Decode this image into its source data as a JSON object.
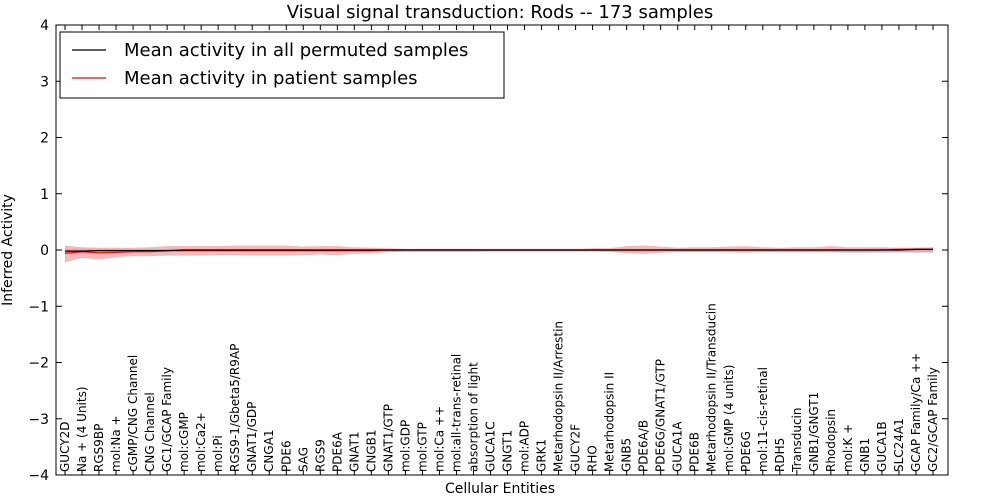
{
  "chart_data": {
    "type": "line",
    "title": "Visual signal transduction: Rods -- 173 samples",
    "xlabel": "Cellular Entities",
    "ylabel": "Inferred Activity",
    "ylim": [
      -4,
      4
    ],
    "yticks": [
      -4,
      -3,
      -2,
      -1,
      0,
      1,
      2,
      3,
      4
    ],
    "legend_position": "top-left",
    "grid": false,
    "categories": [
      "GUCY2D",
      "Na + (4 Units)",
      "RGS9BP",
      "mol:Na +",
      "cGMP/CNG Channel",
      "CNG Channel",
      "GC1/GCAP Family",
      "mol:cGMP",
      "mol:Ca2+",
      "mol:Pi",
      "RGS9-1/Gbeta5/R9AP",
      "GNAT1/GDP",
      "CNGA1",
      "PDE6",
      "SAG",
      "RGS9",
      "PDE6A",
      "GNAT1",
      "CNGB1",
      "GNAT1/GTP",
      "mol:GDP",
      "mol:GTP",
      "mol:Ca ++",
      "mol:all-trans-retinal",
      "absorption of light",
      "GUCA1C",
      "GNGT1",
      "mol:ADP",
      "GRK1",
      "Metarhodopsin II/Arrestin",
      "GUCY2F",
      "RHO",
      "Metarhodopsin II",
      "GNB5",
      "PDE6A/B",
      "PDE6G/GNAT1/GTP",
      "GUCA1A",
      "PDE6B",
      "Metarhodopsin II/Transducin",
      "mol:GMP (4 units)",
      "PDE6G",
      "mol:11-cis-retinal",
      "RDH5",
      "Transducin",
      "GNB1/GNGT1",
      "Rhodopsin",
      "mol:K +",
      "GNB1",
      "GUCA1B",
      "SLC24A1",
      "GCAP Family/Ca ++",
      "GC2/GCAP Family"
    ],
    "series": [
      {
        "name": "Mean activity in all permuted samples",
        "color": "#000000",
        "band_color": "#8c8cc8",
        "values": [
          -0.02,
          -0.02,
          -0.01,
          -0.01,
          -0.01,
          -0.01,
          -0.01,
          0.0,
          0.0,
          0.0,
          0.0,
          0.0,
          0.0,
          0.0,
          0.0,
          0.0,
          0.0,
          0.0,
          0.0,
          0.0,
          0.0,
          0.0,
          0.0,
          0.0,
          0.0,
          0.0,
          0.0,
          0.0,
          0.0,
          0.0,
          0.0,
          0.0,
          0.0,
          0.0,
          0.0,
          0.0,
          0.0,
          0.0,
          0.0,
          0.0,
          0.0,
          0.0,
          0.0,
          0.0,
          0.0,
          0.0,
          0.0,
          0.0,
          0.0,
          0.0,
          0.01,
          0.01
        ],
        "band_upper": [
          0.02,
          0.02,
          0.02,
          0.02,
          0.02,
          0.02,
          0.02,
          0.02,
          0.02,
          0.02,
          0.02,
          0.02,
          0.02,
          0.02,
          0.02,
          0.02,
          0.02,
          0.02,
          0.02,
          0.02,
          0.02,
          0.02,
          0.02,
          0.02,
          0.02,
          0.02,
          0.02,
          0.02,
          0.02,
          0.02,
          0.02,
          0.02,
          0.02,
          0.02,
          0.02,
          0.02,
          0.02,
          0.02,
          0.02,
          0.02,
          0.02,
          0.02,
          0.02,
          0.02,
          0.02,
          0.02,
          0.02,
          0.02,
          0.03,
          0.03,
          0.04,
          0.04
        ],
        "band_lower": [
          -0.06,
          -0.06,
          -0.05,
          -0.05,
          -0.04,
          -0.04,
          -0.04,
          -0.03,
          -0.03,
          -0.03,
          -0.03,
          -0.03,
          -0.03,
          -0.03,
          -0.03,
          -0.03,
          -0.03,
          -0.03,
          -0.03,
          -0.03,
          -0.03,
          -0.03,
          -0.03,
          -0.03,
          -0.03,
          -0.03,
          -0.03,
          -0.03,
          -0.03,
          -0.03,
          -0.03,
          -0.03,
          -0.03,
          -0.03,
          -0.03,
          -0.03,
          -0.03,
          -0.03,
          -0.03,
          -0.03,
          -0.03,
          -0.03,
          -0.04,
          -0.04,
          -0.04,
          -0.04,
          -0.05,
          -0.05,
          -0.05,
          -0.05,
          -0.05,
          -0.05
        ]
      },
      {
        "name": "Mean activity in patient samples",
        "color": "#ff0000",
        "band_color": "#f08080",
        "values": [
          -0.06,
          -0.03,
          -0.05,
          -0.04,
          -0.03,
          -0.03,
          -0.01,
          -0.01,
          -0.01,
          -0.01,
          -0.01,
          -0.01,
          -0.01,
          -0.01,
          -0.01,
          -0.01,
          -0.01,
          -0.01,
          -0.01,
          0.0,
          0.0,
          0.0,
          0.0,
          0.0,
          0.0,
          0.0,
          0.0,
          0.0,
          0.0,
          0.0,
          0.0,
          0.0,
          0.0,
          0.0,
          0.0,
          0.0,
          0.0,
          0.0,
          0.0,
          0.0,
          0.0,
          0.0,
          0.0,
          0.0,
          0.0,
          0.0,
          0.0,
          0.0,
          0.0,
          0.01,
          0.01,
          0.01
        ],
        "band_upper": [
          0.08,
          0.05,
          0.04,
          0.04,
          0.04,
          0.05,
          0.07,
          0.07,
          0.07,
          0.07,
          0.08,
          0.08,
          0.08,
          0.08,
          0.06,
          0.07,
          0.07,
          0.05,
          0.04,
          0.03,
          0.02,
          0.02,
          0.02,
          0.02,
          0.02,
          0.02,
          0.02,
          0.02,
          0.02,
          0.02,
          0.02,
          0.03,
          0.03,
          0.07,
          0.08,
          0.06,
          0.04,
          0.05,
          0.05,
          0.06,
          0.07,
          0.05,
          0.04,
          0.05,
          0.05,
          0.07,
          0.05,
          0.05,
          0.05,
          0.04,
          0.04,
          0.05
        ],
        "band_lower": [
          -0.22,
          -0.14,
          -0.17,
          -0.13,
          -0.11,
          -0.11,
          -0.1,
          -0.1,
          -0.1,
          -0.09,
          -0.09,
          -0.1,
          -0.1,
          -0.1,
          -0.09,
          -0.08,
          -0.09,
          -0.07,
          -0.06,
          -0.04,
          -0.03,
          -0.03,
          -0.03,
          -0.03,
          -0.03,
          -0.02,
          -0.02,
          -0.02,
          -0.02,
          -0.02,
          -0.02,
          -0.02,
          -0.03,
          -0.06,
          -0.07,
          -0.05,
          -0.04,
          -0.04,
          -0.04,
          -0.04,
          -0.05,
          -0.04,
          -0.04,
          -0.04,
          -0.04,
          -0.04,
          -0.04,
          -0.04,
          -0.03,
          -0.03,
          -0.03,
          -0.03
        ]
      }
    ]
  }
}
